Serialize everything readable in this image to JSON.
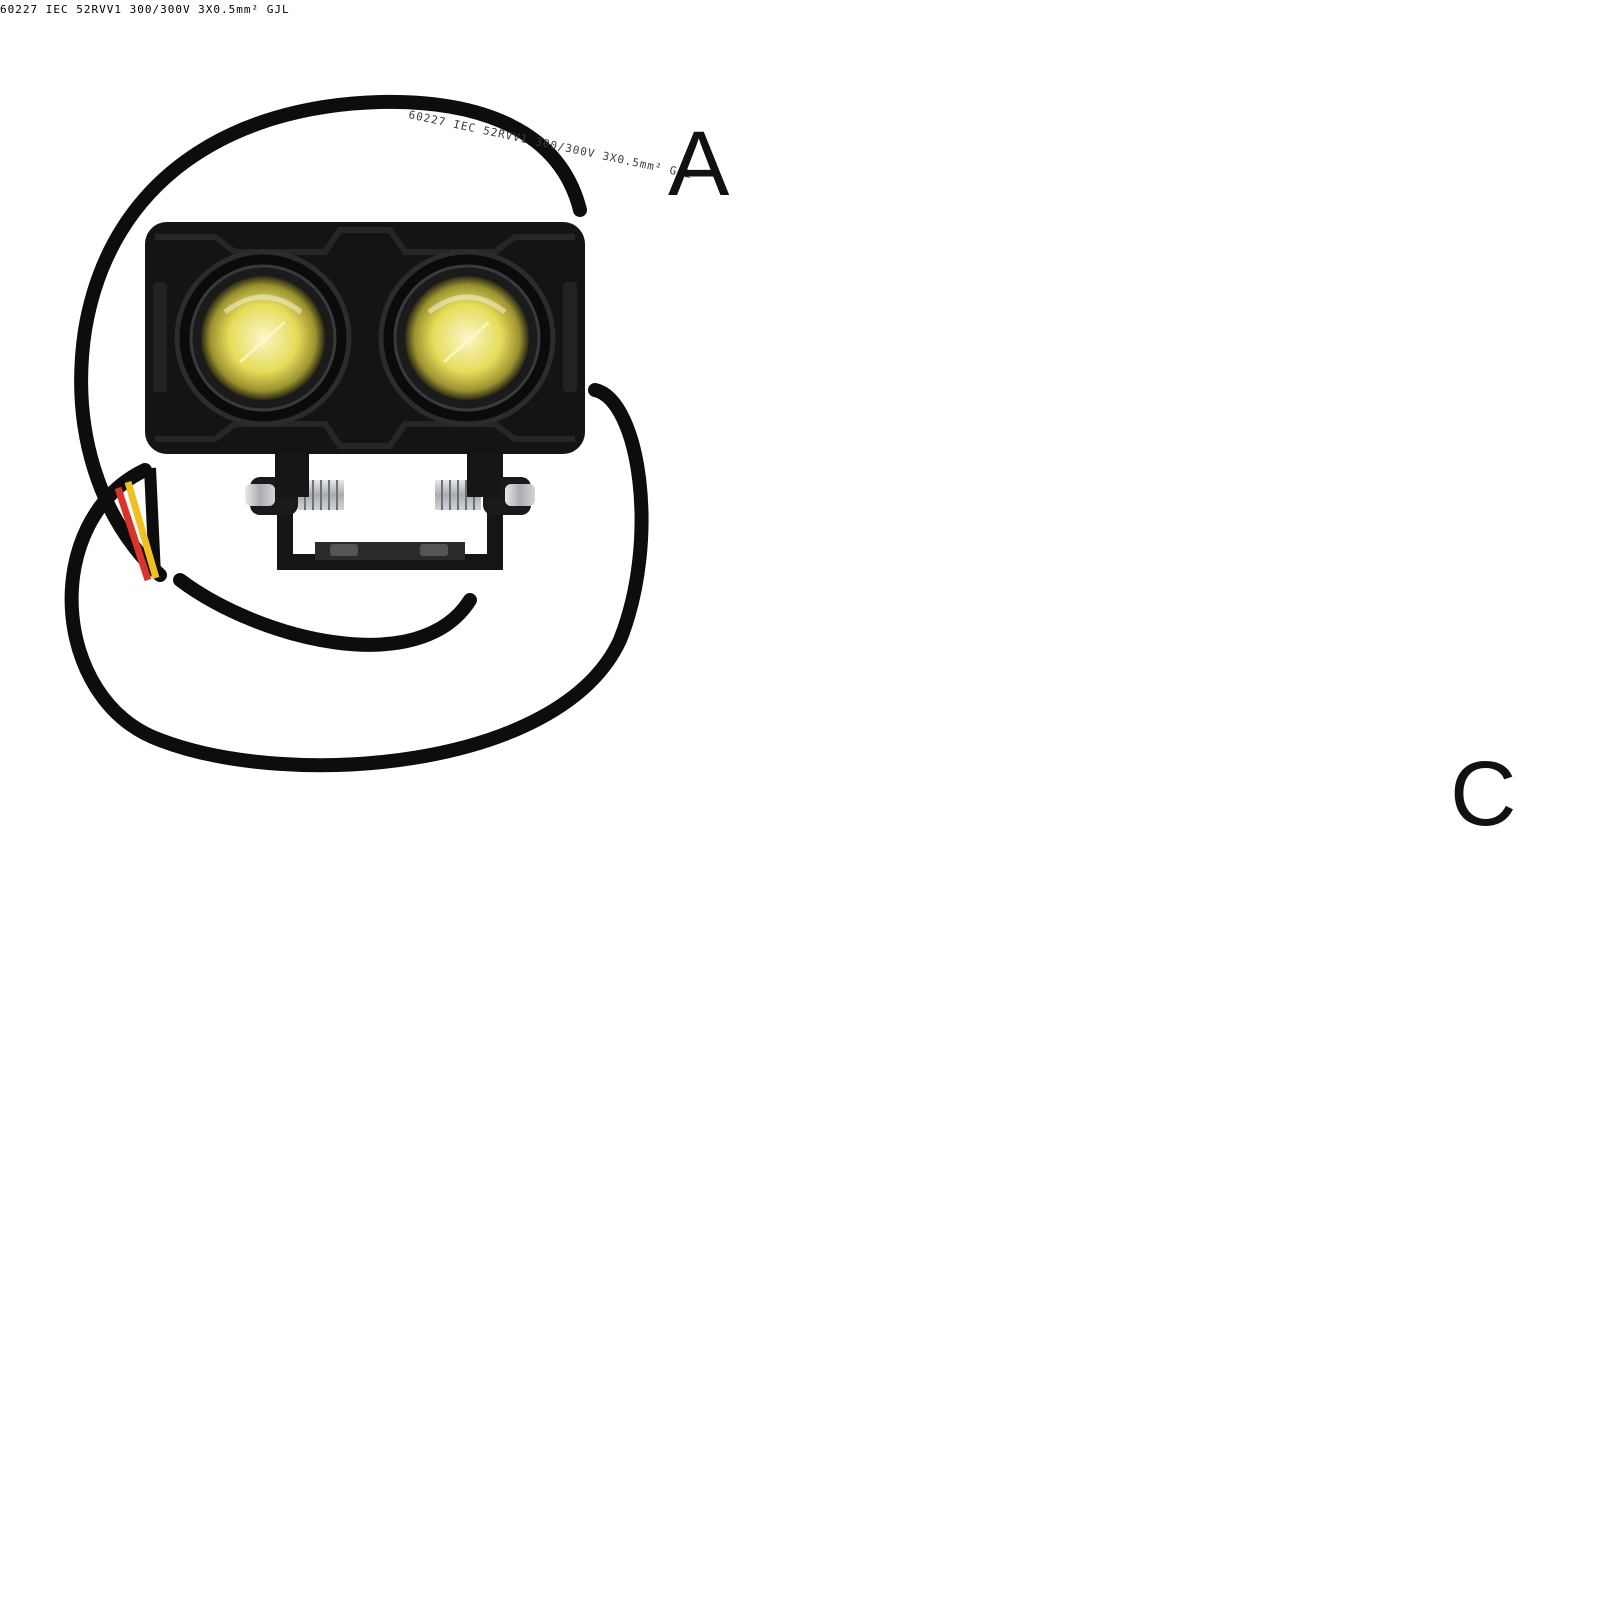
{
  "variants": [
    {
      "label": "A",
      "cable_text": "60227 IEC 52RVV1 300/300V 3X0.5mm² GJL"
    },
    {
      "label": "C",
      "cable_text": "60227 IEC 52RVV1 300/300V 3X0.5mm² GJL"
    }
  ],
  "colors": {
    "housing": "#141414",
    "cable": "#0d0d0d",
    "lens_glow": "#e6dc5a",
    "wire_red": "#d8342b",
    "wire_yellow": "#f0c020",
    "steel": "#b9bcbf",
    "background": "#ffffff"
  }
}
